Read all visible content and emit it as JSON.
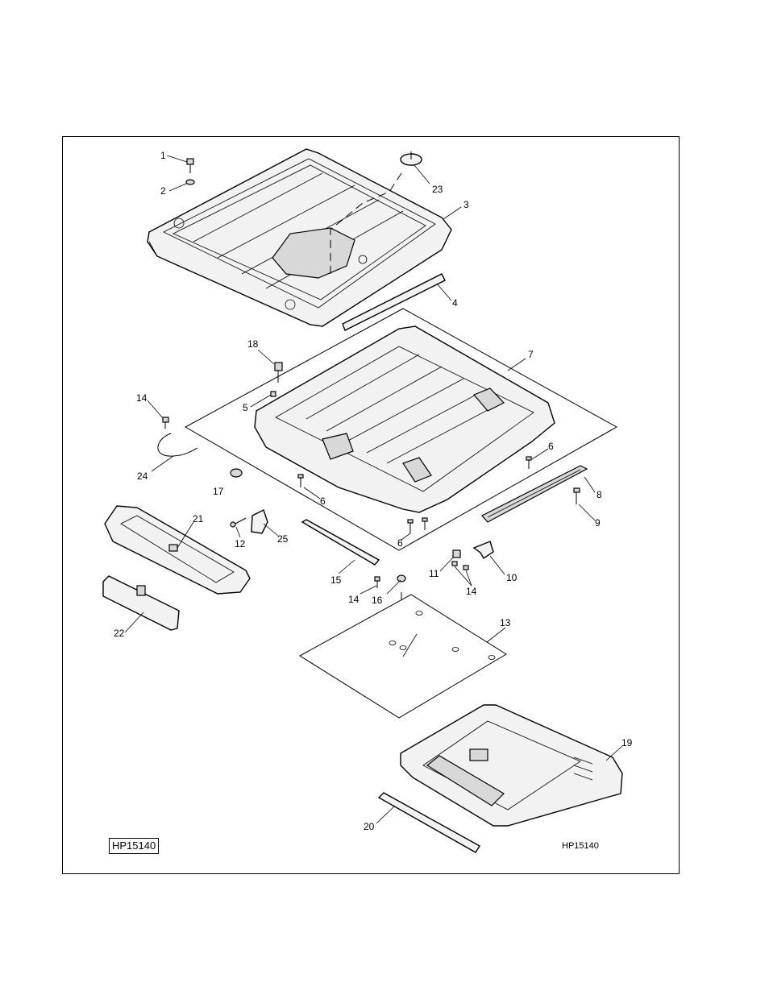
{
  "figure_id_boxed": "HP15140",
  "figure_id": "HP15140",
  "callouts": {
    "c1": "1",
    "c2": "2",
    "c3": "3",
    "c4": "4",
    "c5": "5",
    "c6a": "6",
    "c6b": "6",
    "c6c": "6",
    "c7": "7",
    "c8": "8",
    "c9": "9",
    "c10": "10",
    "c11": "11",
    "c12": "12",
    "c13": "13",
    "c14a": "14",
    "c14b": "14",
    "c14c": "14",
    "c15": "15",
    "c16": "16",
    "c17": "17",
    "c18": "18",
    "c19": "19",
    "c20": "20",
    "c21": "21",
    "c22": "22",
    "c23": "23",
    "c24": "24",
    "c25": "25"
  }
}
